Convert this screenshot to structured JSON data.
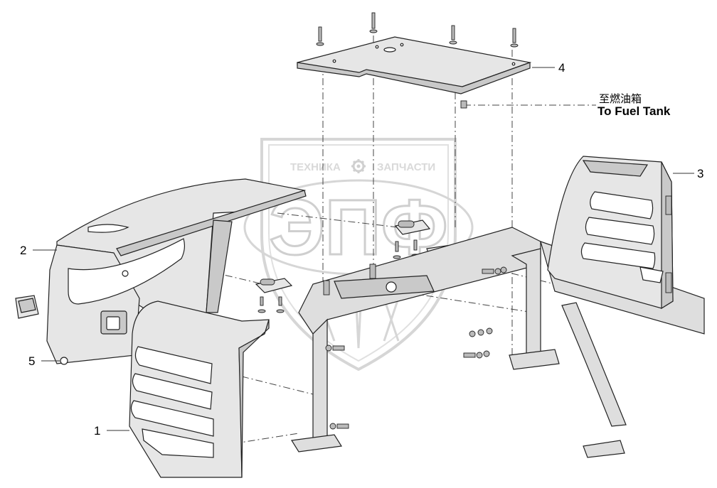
{
  "watermark": {
    "top_text_left": "ТЕХНИКА",
    "top_text_right": "ЗАПЧАСТИ",
    "logo_text": "ЭПФ"
  },
  "callouts": {
    "c1": "1",
    "c2": "2",
    "c3": "3",
    "c4": "4",
    "c5": "5"
  },
  "annotation": {
    "zh": "至燃油箱",
    "en": "To Fuel Tank"
  },
  "icons": [
    "gear-icon"
  ]
}
